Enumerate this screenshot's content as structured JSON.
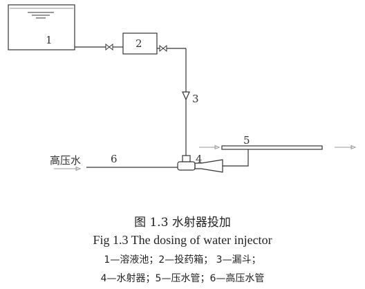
{
  "diagram": {
    "labels": {
      "tank": "1",
      "dosing_box": "2",
      "funnel": "3",
      "injector": "4",
      "pressure_pipe": "5",
      "high_pressure_pipe": "6"
    },
    "inlet_label": "高压水"
  },
  "caption": {
    "chinese": "图 1.3  水射器投加",
    "english": "Fig 1.3    The dosing of water injector"
  },
  "legend": {
    "line1": "1—溶液池；2—投药箱；  3—漏斗；",
    "line2": "4—水射器；5—压水管；6—高压水管"
  }
}
